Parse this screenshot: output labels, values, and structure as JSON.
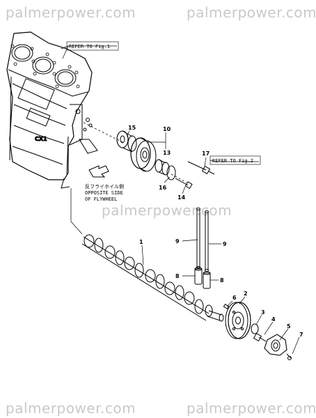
{
  "watermarks": {
    "top_left": "palmerpower.com",
    "top_right": "palmerpower.com",
    "middle": "palmerpower.com",
    "bottom_left": "palmerpower.com",
    "bottom_right": "palmerpower.com"
  },
  "notes": {
    "refer_fig1": "REFER TO Fig.1",
    "refer_fig2": "REFER TO Fig.2",
    "side_jp": "反フライホイル側",
    "side_en_1": "OPPOSITE SIDE",
    "side_en_2": "OF FLYWHEEL",
    "block_mark": "CX1"
  },
  "callouts": {
    "p1": "1",
    "p2": "2",
    "p3": "3",
    "p4": "4",
    "p5": "5",
    "p6": "6",
    "p7": "7",
    "p8a": "8",
    "p8b": "8",
    "p9a": "9",
    "p9b": "9",
    "p10": "10",
    "p13": "13",
    "p14": "14",
    "p15": "15",
    "p16": "16",
    "p17": "17"
  }
}
